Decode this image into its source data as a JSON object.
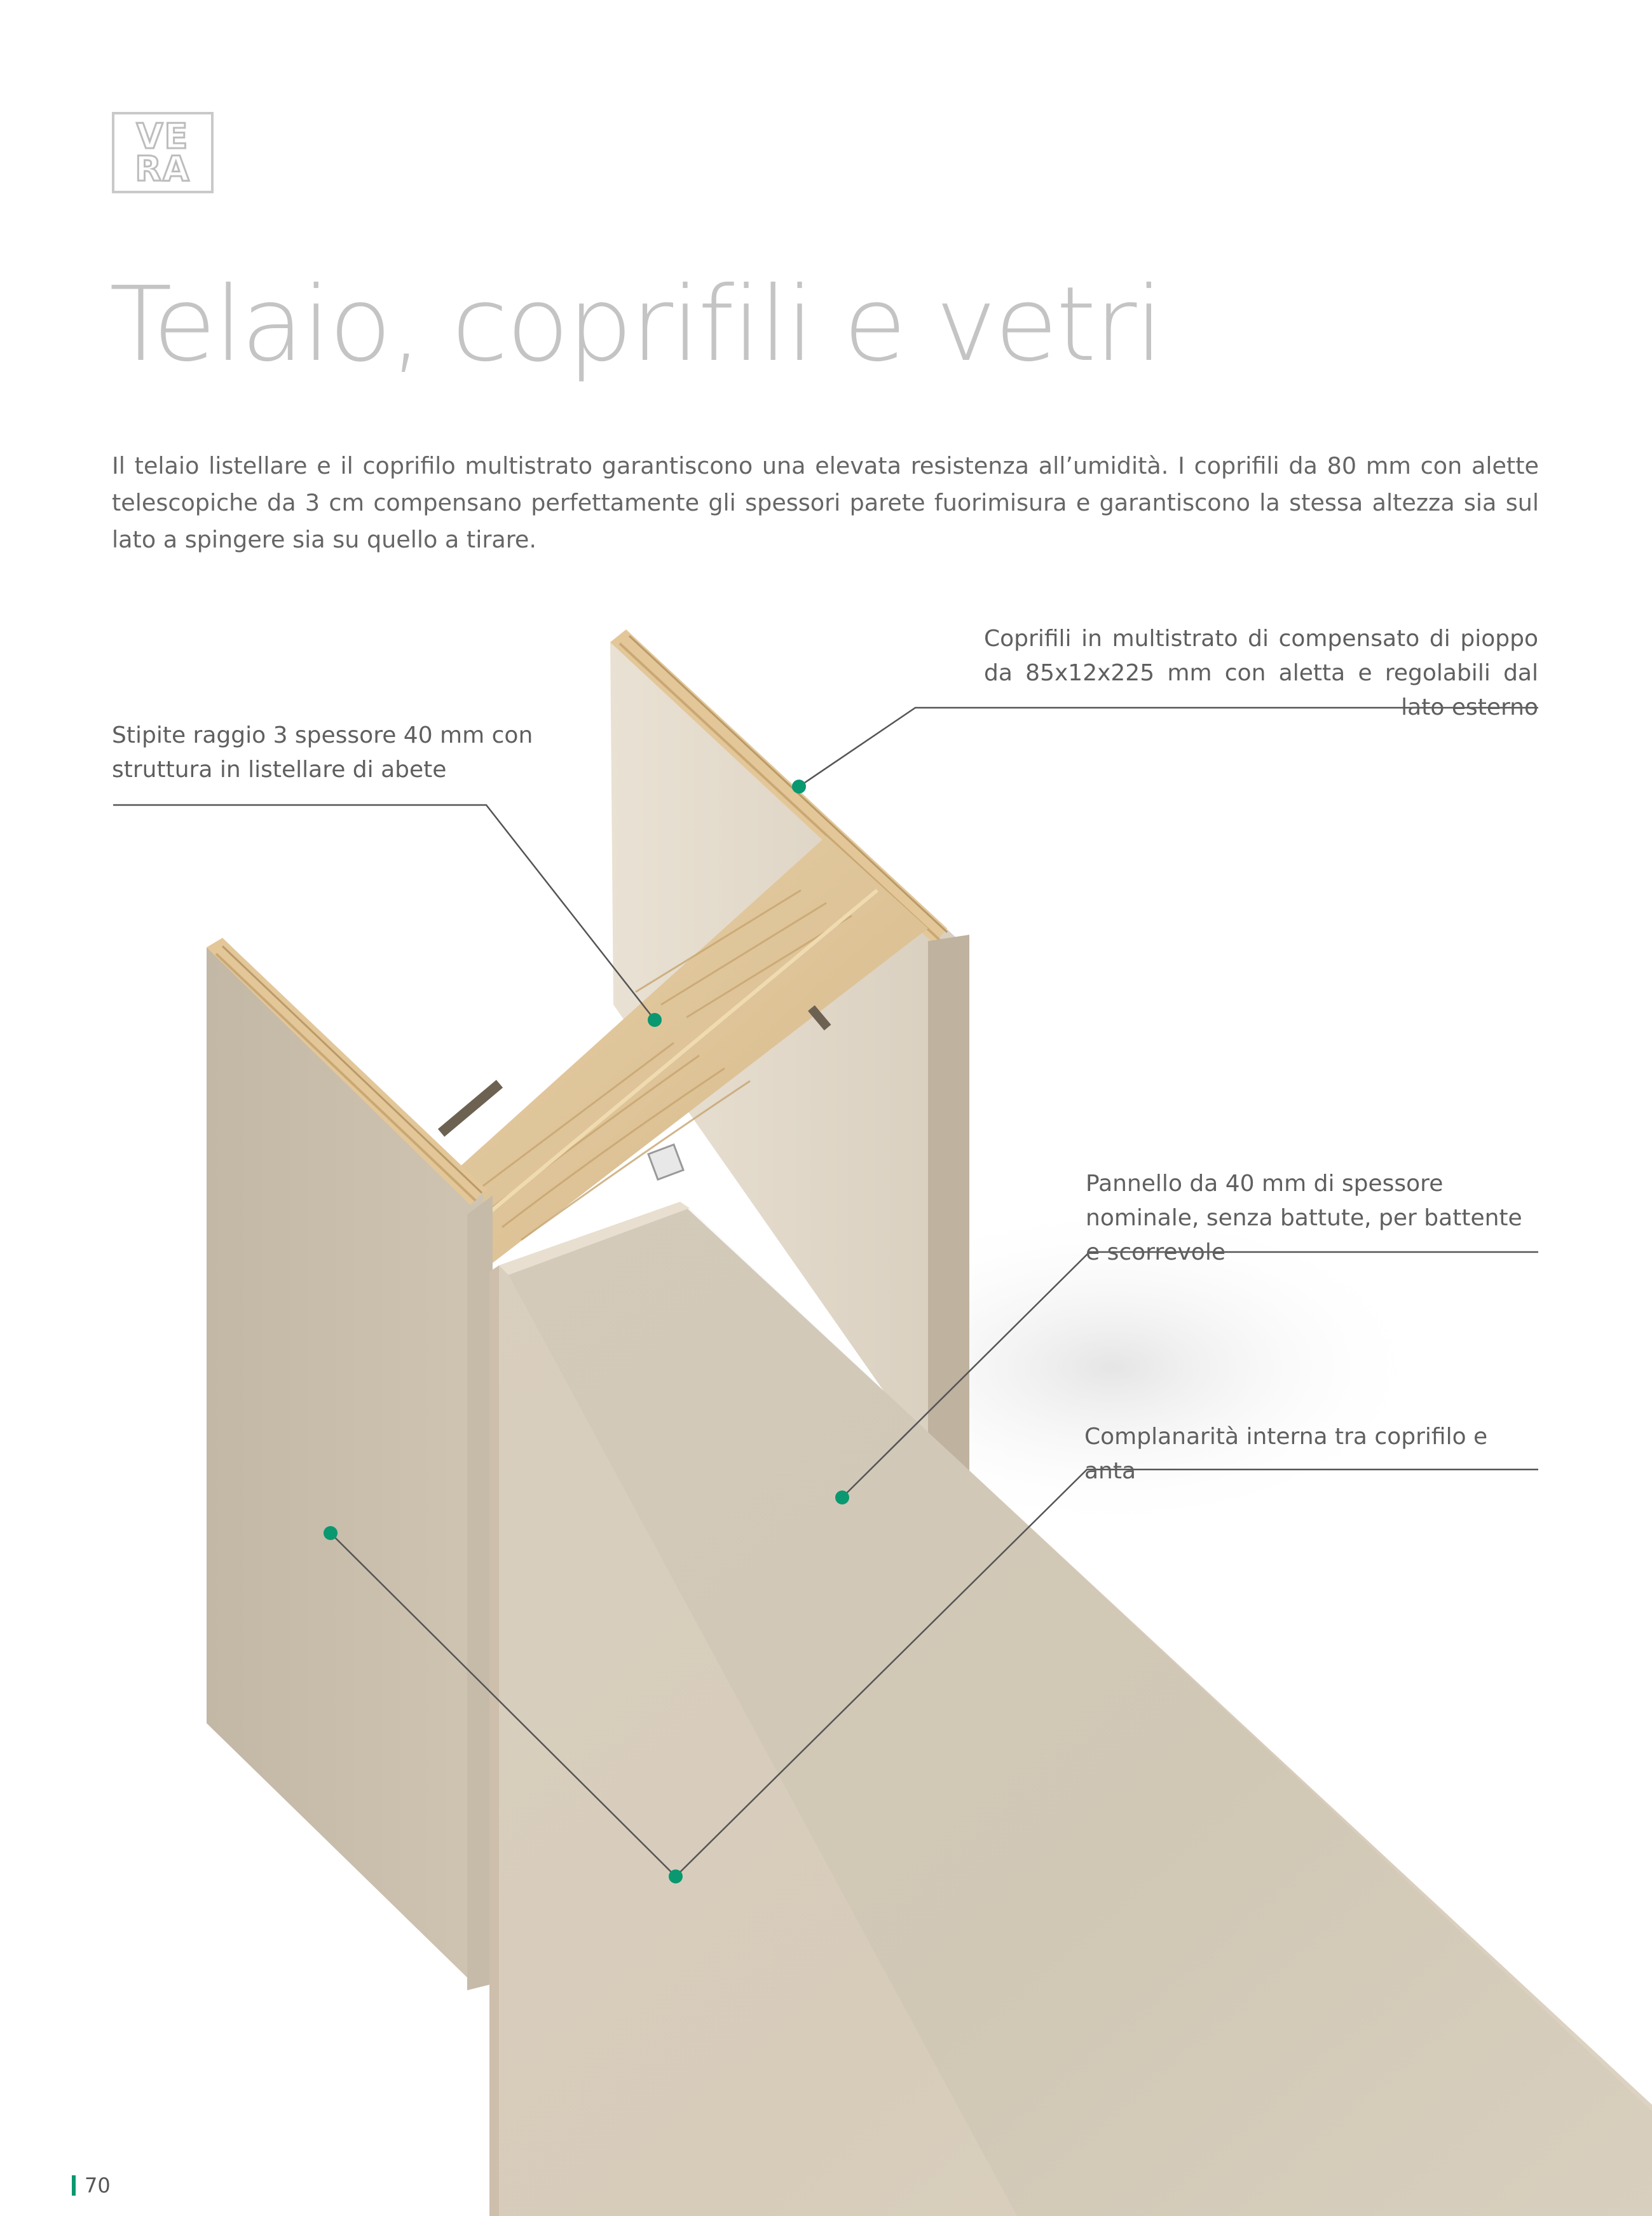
{
  "brand": {
    "logo_line1": "VE",
    "logo_line2": "RA"
  },
  "title": "Telaio, coprifili e vetri",
  "intro": "Il telaio listellare e il coprifilo multistrato garantiscono una elevata resistenza all’umidità. I coprifili da 80 mm con alette telescopiche da 3 cm compensano perfettamente gli spessori parete fuorimisura e garantiscono la stessa altezza sia sul lato a spingere sia su quello a tirare.",
  "callouts": {
    "stipite": "Stipite raggio 3 spessore 40 mm con struttura in listellare di abete",
    "coprifili": "Coprifili in multistrato di compensato di pioppo da 85x12x225 mm con aletta e regolabili dal lato esterno",
    "pannello": "Pannello da 40 mm di spessore nominale, senza battute, per battente e scorrevole",
    "complanarita": "Complanarità interna tra coprifilo e anta"
  },
  "colors": {
    "accent": "#0a9870",
    "frame": "#cfc5b4",
    "wood": "#dcc39a"
  },
  "page_number": "70"
}
